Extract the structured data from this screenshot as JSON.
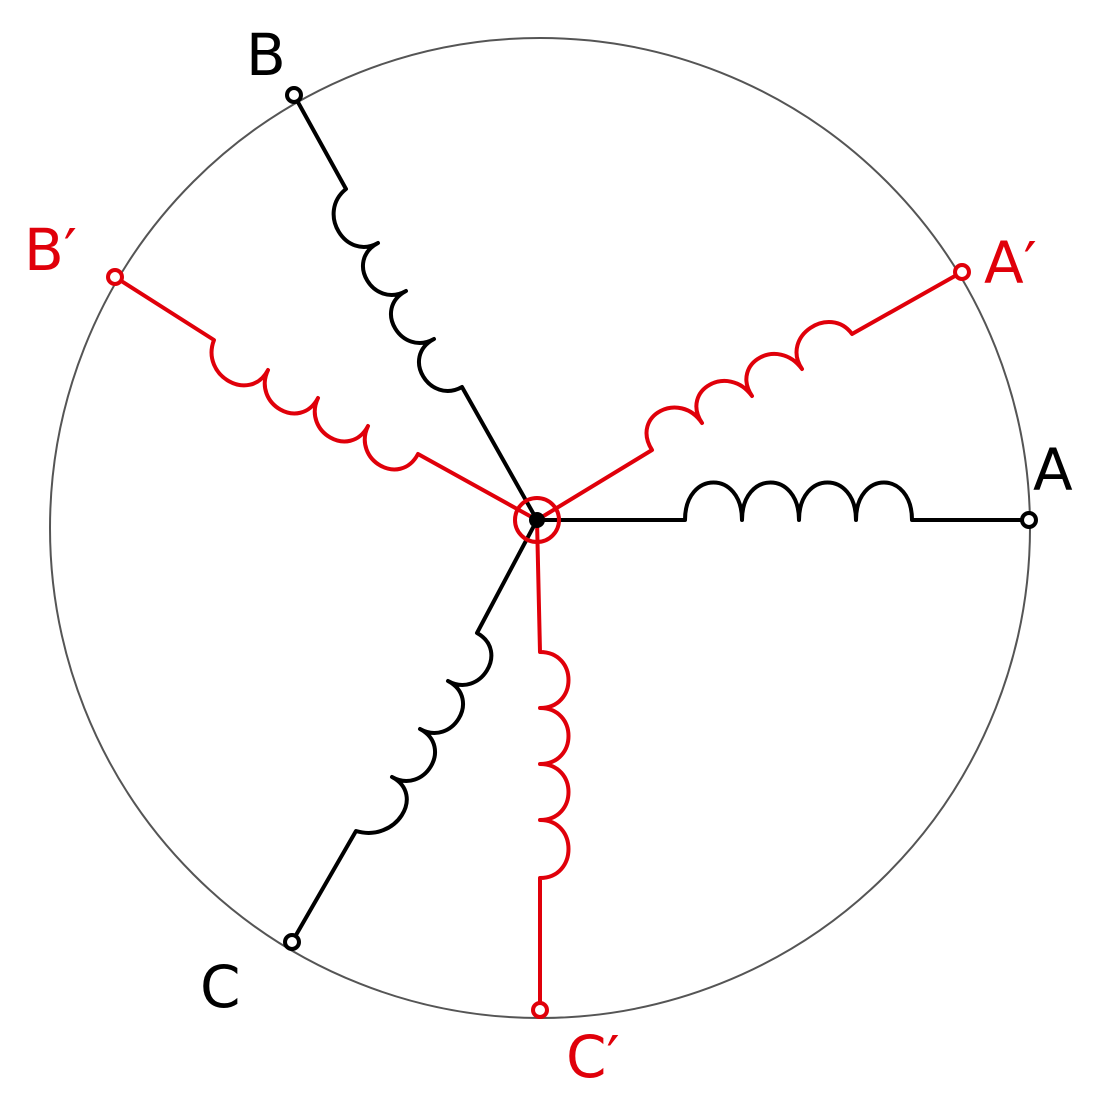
{
  "colors": {
    "primary": "#000000",
    "secondary": "#e0000a",
    "outline": "#555555"
  },
  "windings": [
    {
      "id": "a",
      "label": "A",
      "set": "primary"
    },
    {
      "id": "b",
      "label": "B",
      "set": "primary"
    },
    {
      "id": "c",
      "label": "C",
      "set": "primary"
    },
    {
      "id": "a2",
      "label": "A′",
      "set": "secondary"
    },
    {
      "id": "b2",
      "label": "B′",
      "set": "secondary"
    },
    {
      "id": "c2",
      "label": "C′",
      "set": "secondary"
    }
  ]
}
